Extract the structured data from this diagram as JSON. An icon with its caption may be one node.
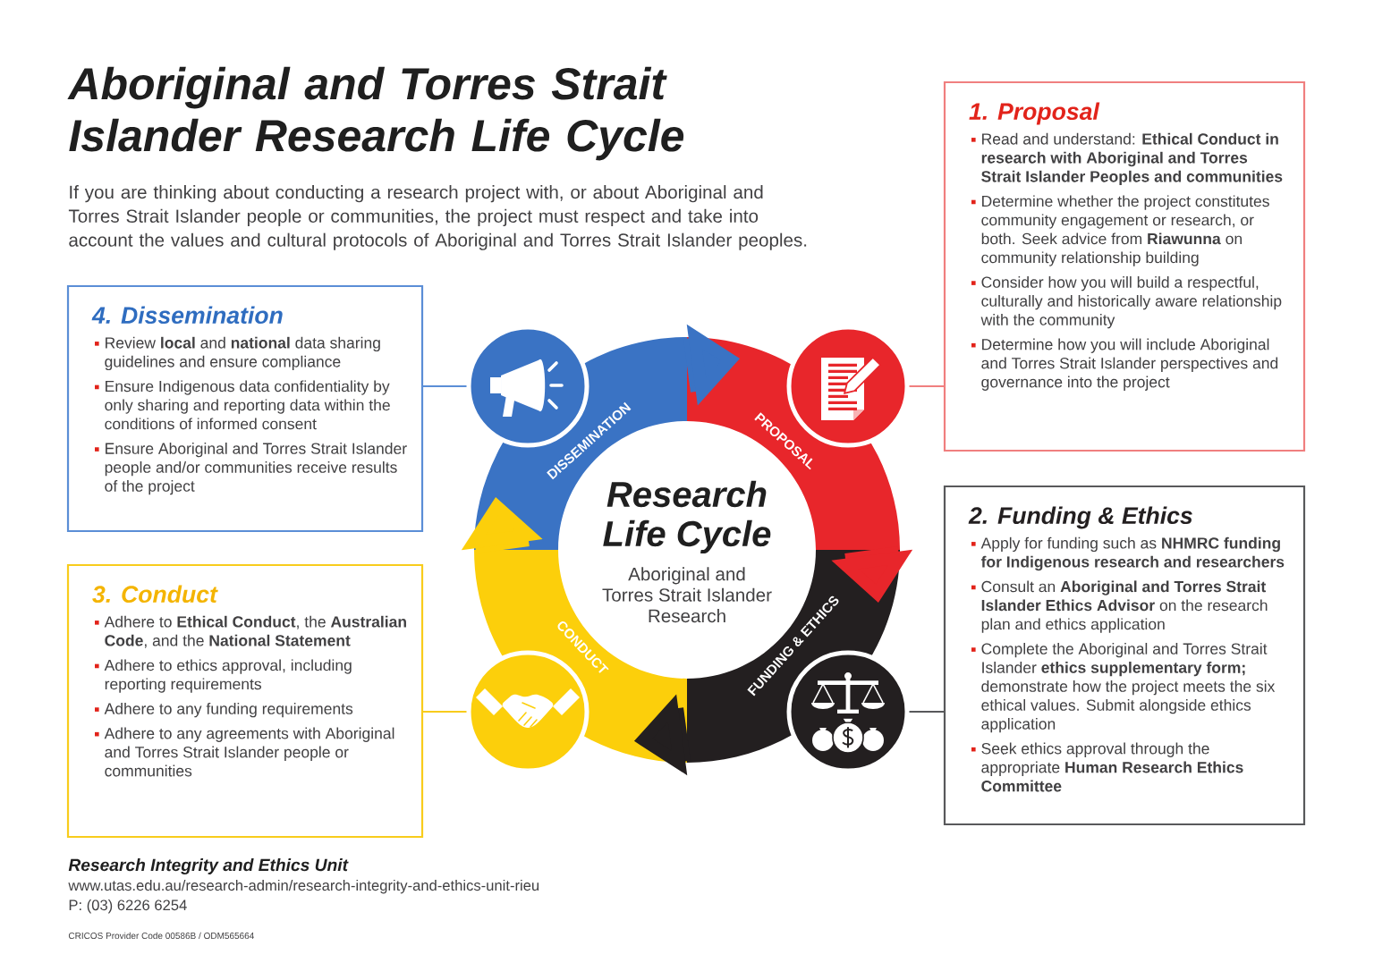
{
  "diagram": {
    "title": "Aboriginal and Torres Strait Islander Research Life Cycle",
    "nodes": [
      {
        "text": [
          "1. Proposal",
          "Read and understand: **Ethical Conduct in research with Aboriginal and Torres Strait Islander Peoples and communities**",
          "Determine whether the project constitutes community engagement or research, or both. Seek advice from **Riawunna** on community relationship building",
          "Consider how you will build a respectful, culturally and historically aware relationship with the community",
          "Determine how you will include Aboriginal and Torres Strait Islander perspectives and governance into the project"
        ]
      },
      {
        "text": [
          "2. Funding & Ethics",
          "Apply for funding such as **NHMRC funding for Indigenous research and researchers**",
          "Consult an **Aboriginal and Torres Strait Islander Ethics Advisor** on the research plan and ethics application",
          "Complete the Aboriginal and Torres Strait Islander **ethics supplementary form;** demonstrate how the project meets the six ethical values. Submit alongside ethics application",
          "Seek ethics approval through the appropriate **Human Research Ethics Committee**"
        ]
      },
      {
        "text": [
          "3. Conduct",
          "Adhere to **Ethical Conduct**, the **Australian Code**, and the **National Statement**",
          "Adhere to ethics approval, including reporting requirements",
          "Adhere to any funding requirements",
          "Adhere to any agreements with Aboriginal and Torres Strait Islander people or communities"
        ]
      },
      {
        "text": [
          "4. Dissemination",
          "Review **local** and **national** data sharing guidelines and ensure compliance",
          "Ensure Indigenous data confidentiality by only sharing and reporting data within the conditions of informed consent",
          "Ensure Aboriginal and Torres Strait Islander people and/or communities receive results of the project"
        ]
      },
      {
        "text": [
          "Research Life Cycle",
          "Aboriginal and Torres Strait Islander Research"
        ]
      },
      {
        "text": [
          "PROPOSAL"
        ]
      },
      {
        "text": [
          "FUNDING & ETHICS"
        ]
      },
      {
        "text": [
          "CONDUCT"
        ]
      },
      {
        "text": [
          "DISSEMINATION"
        ]
      },
      {
        "text": [],
        "shape": "circle"
      },
      {
        "text": [],
        "shape": "circle"
      },
      {
        "text": [],
        "shape": "circle"
      },
      {
        "text": [],
        "shape": "circle"
      }
    ],
    "edges": [
      {
        "from": 0,
        "to": 10,
        "arrow": "none",
        "color": "#f07f7f"
      },
      {
        "from": 1,
        "to": 12,
        "arrow": "none",
        "color": "#58595b"
      },
      {
        "from": 2,
        "to": 11,
        "arrow": "none",
        "color": "#f8cc1c"
      },
      {
        "from": 3,
        "to": 9,
        "arrow": "none",
        "color": "#5b8ed6"
      },
      {
        "from": 8,
        "to": 5,
        "arrow": "to",
        "style": "thick",
        "color": "#3a73c4"
      },
      {
        "from": 5,
        "to": 6,
        "arrow": "to",
        "style": "thick",
        "color": "#e8262b"
      },
      {
        "from": 6,
        "to": 7,
        "arrow": "to",
        "style": "thick",
        "color": "#231f20"
      },
      {
        "from": 7,
        "to": 8,
        "arrow": "to",
        "style": "thick",
        "color": "#fccf0b"
      }
    ],
    "labels": [
      "If you are thinking about conducting a research project with, or about Aboriginal and Torres Strait Islander people or communities, the project must respect and take into account the values and cultural protocols of Aboriginal and Torres Strait Islander peoples.",
      "Research Integrity and Ethics Unit",
      "www.utas.edu.au/research-admin/research-integrity-and-ethics-unit-rieu",
      "P: (03) 6226 6254",
      "CRICOS Provider Code 00586B / ODM565664"
    ]
  }
}
